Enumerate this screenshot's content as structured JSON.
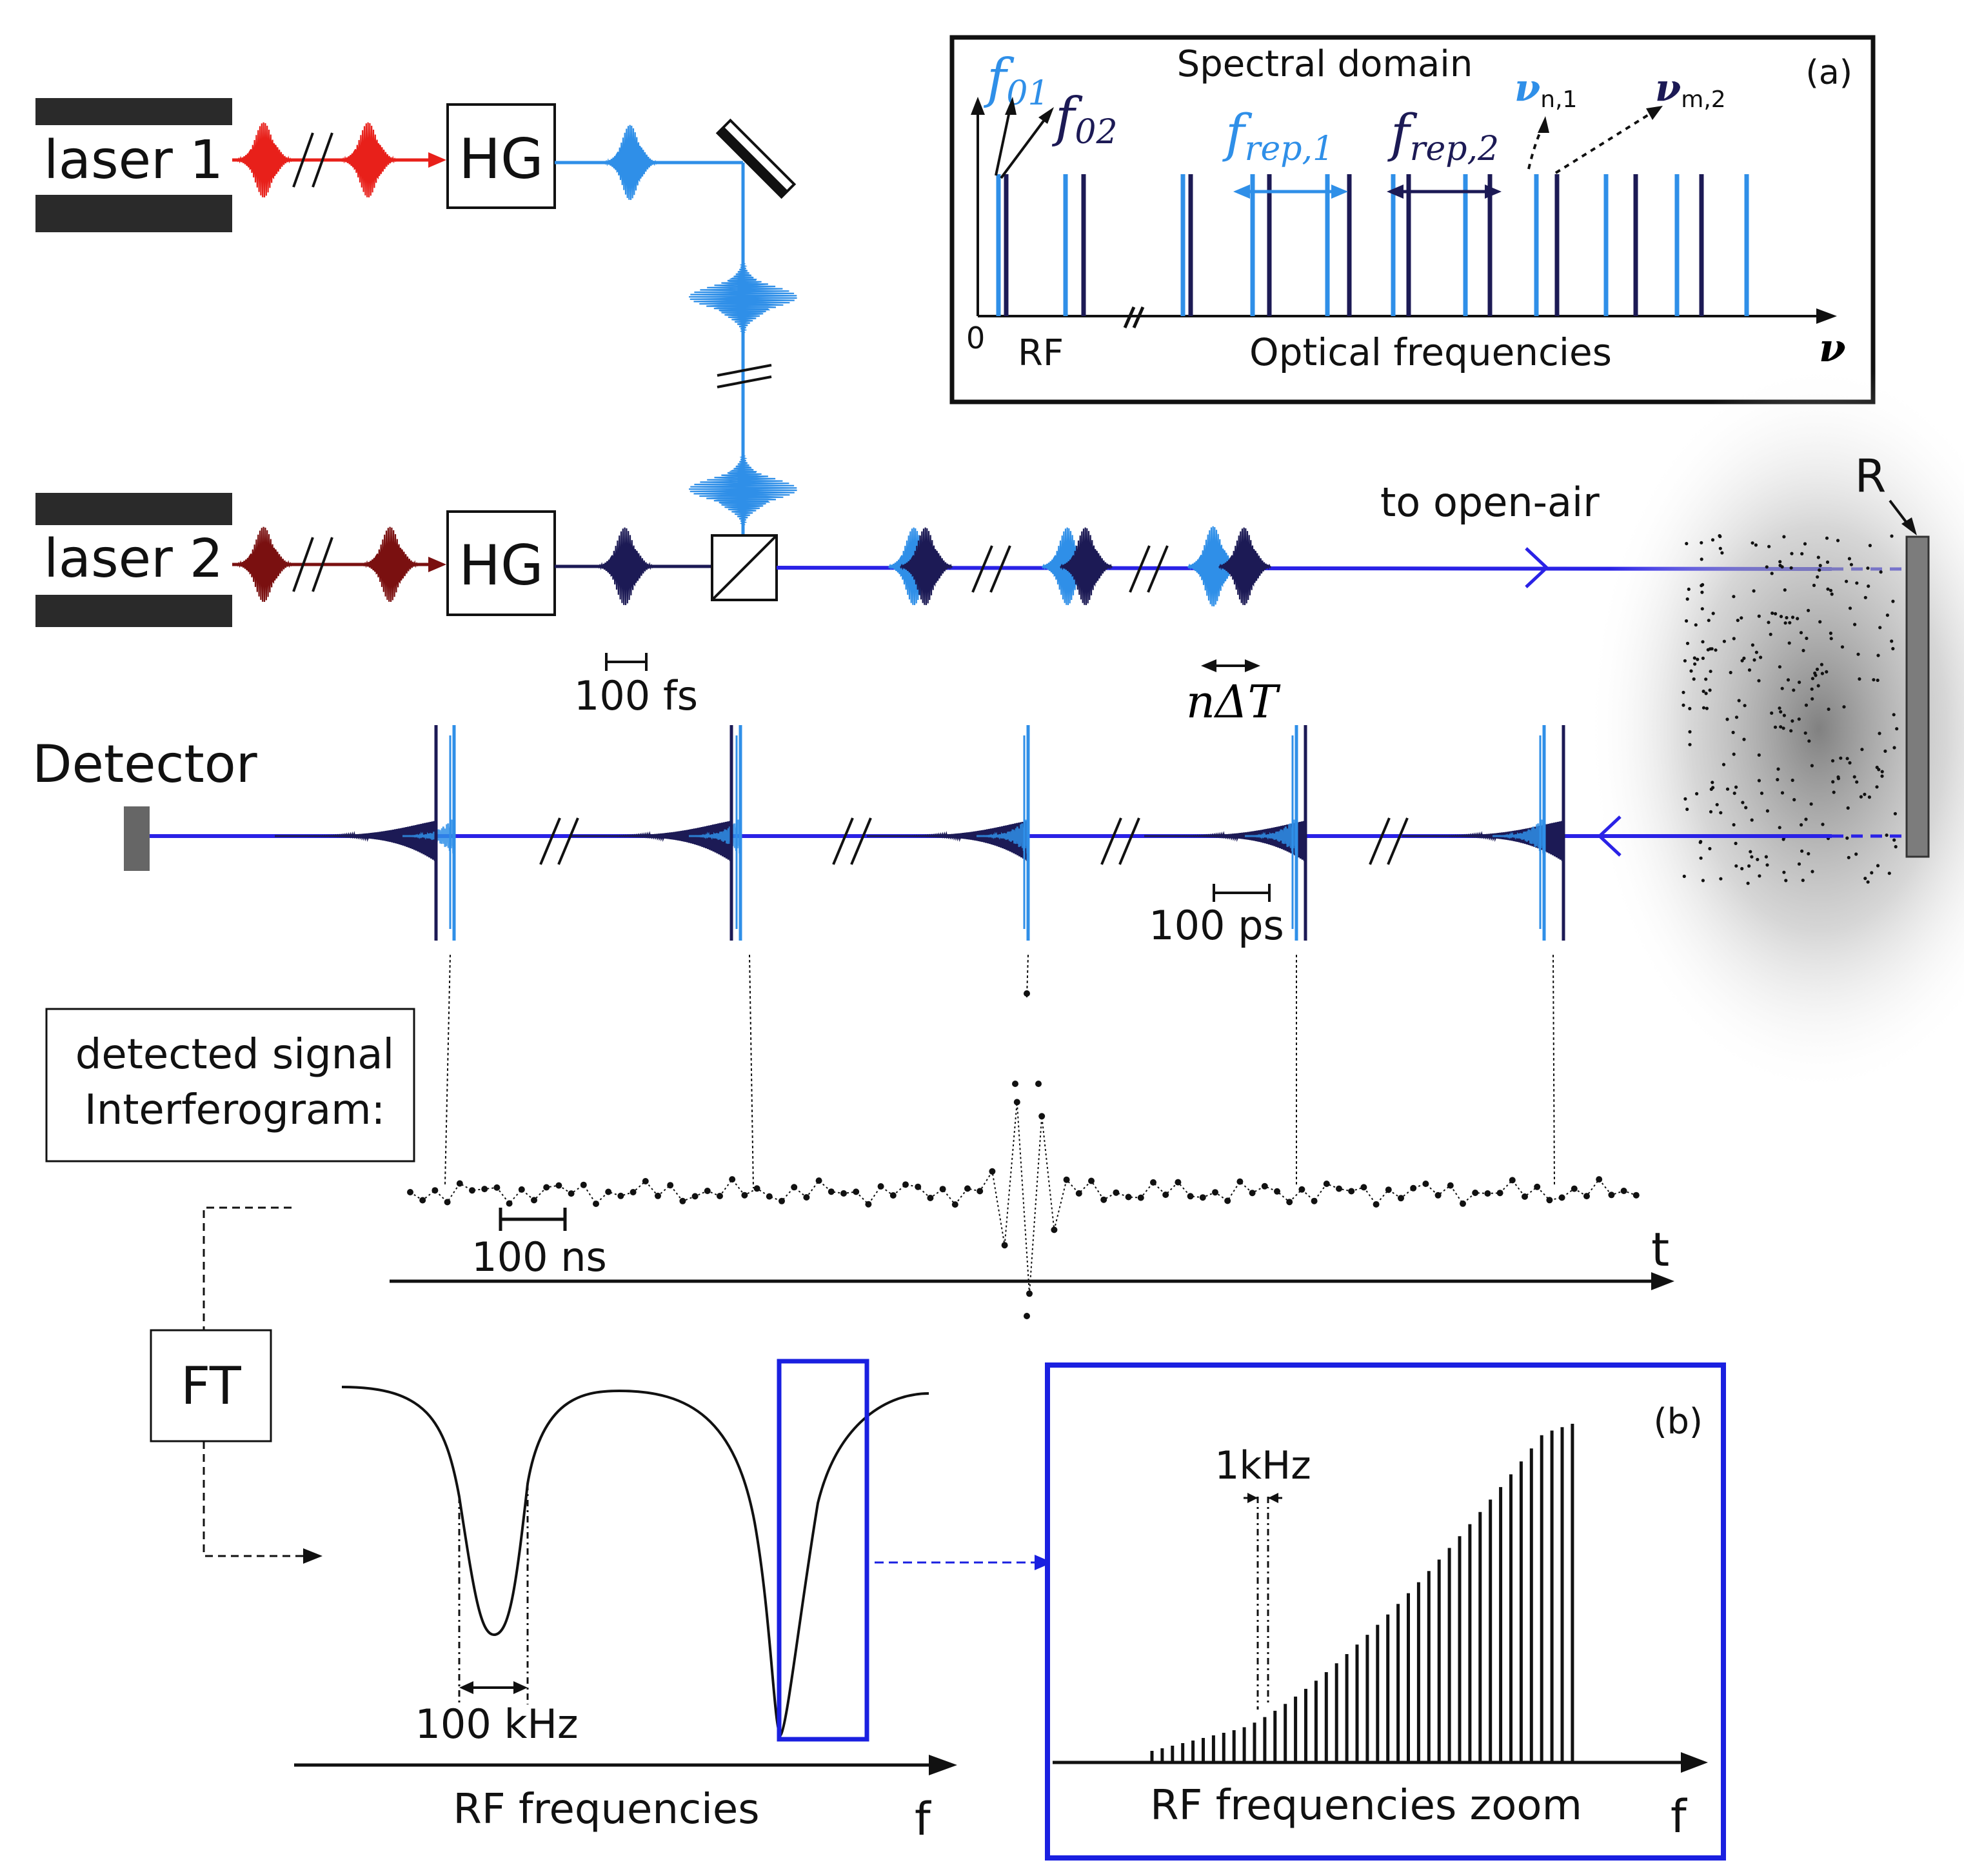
{
  "setup": {
    "laser1": "laser 1",
    "laser2": "laser 2",
    "hg": "HG",
    "detector": "Detector",
    "to_open_air": "to open-air",
    "reflector": "R",
    "scale_fs": "100 fs",
    "scale_ps": "100 ps",
    "delay": "nΔT"
  },
  "spectral": {
    "title": "Spectral domain",
    "tag": "(a)",
    "f01": {
      "main": "f",
      "sub": "01"
    },
    "f02": {
      "main": "f",
      "sub": "02"
    },
    "frep1": {
      "main": "f",
      "sub": "rep,1"
    },
    "frep2": {
      "main": "f",
      "sub": "rep,2"
    },
    "nu_n1": {
      "main": "ν",
      "sub": "n,1"
    },
    "nu_m2": {
      "main": "ν",
      "sub": "m,2"
    },
    "zero": "0",
    "rf": "RF",
    "optical": "Optical frequencies",
    "nu": "ν"
  },
  "signal": {
    "box_line1": "detected signal",
    "box_line2": "Interferogram:",
    "scale_ns": "100 ns",
    "t": "t"
  },
  "spectrum": {
    "ft": "FT",
    "scale_khz": "100 kHz",
    "rf_frequencies": "RF frequencies",
    "f": "f",
    "zoom_tag": "(b)",
    "zoom_spacing": "1kHz",
    "zoom_title": "RF frequencies zoom",
    "zoom_f": "f"
  },
  "colors": {
    "comb1": "#2f8fe8",
    "comb2": "#1c1a55",
    "beam": "#2a22e6",
    "laser1_beam": "#e8201a",
    "laser2_beam": "#7a1010",
    "zoom_frame": "#1a20e0"
  }
}
